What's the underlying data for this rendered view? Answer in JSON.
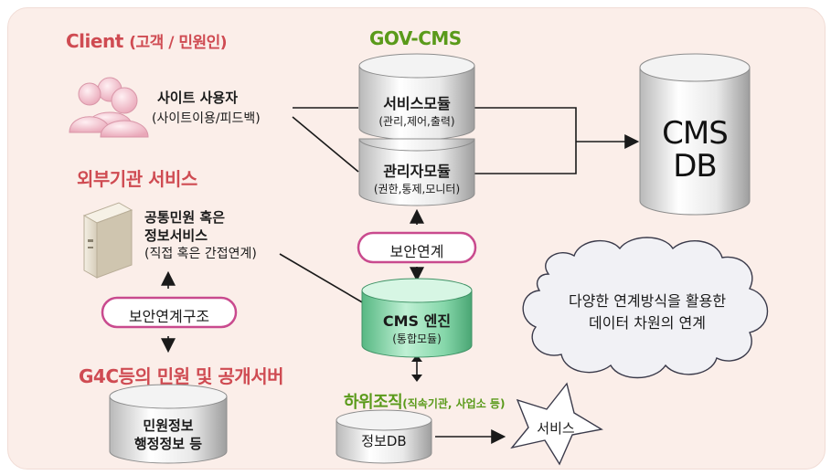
{
  "client": {
    "title": "Client",
    "title_sub": "(고객 / 민원인)",
    "user_label": "사이트 사용자",
    "user_sub": "(사이트이용/피드백)"
  },
  "external": {
    "title": "외부기관 서비스",
    "service_line1": "공통민원 혹은",
    "service_line2": "정보서비스",
    "service_line3": "(직접 혹은 간접연계)",
    "security_structure": "보안연계구조"
  },
  "g4c": {
    "title": "G4C등의 민원 및 공개서버",
    "db_line1": "민원정보",
    "db_line2": "행정정보 등"
  },
  "gov_cms": {
    "title": "GOV-CMS",
    "service_module": "서비스모듈",
    "service_module_sub": "(관리,제어,출력)",
    "admin_module": "관리자모듈",
    "admin_module_sub": "(권한,통제,모니터)",
    "security_link": "보안연계",
    "engine": "CMS 엔진",
    "engine_sub": "(통합모듈)"
  },
  "cms_db": {
    "line1": "CMS",
    "line2": "DB"
  },
  "cloud": {
    "line1": "다양한 연계방식을 활용한",
    "line2": "데이터 차원의 연계"
  },
  "sub_org": {
    "title": "하위조직",
    "title_sub": "(직속기관, 사업소 등)",
    "db": "정보DB",
    "service": "서비스"
  },
  "colors": {
    "section_title": "#cf4b52",
    "gov_title": "#5a9a1a",
    "panel_bg": "#fbeee9",
    "engine_green": "#7fd2a4",
    "pill_border": "#c94a8e"
  }
}
